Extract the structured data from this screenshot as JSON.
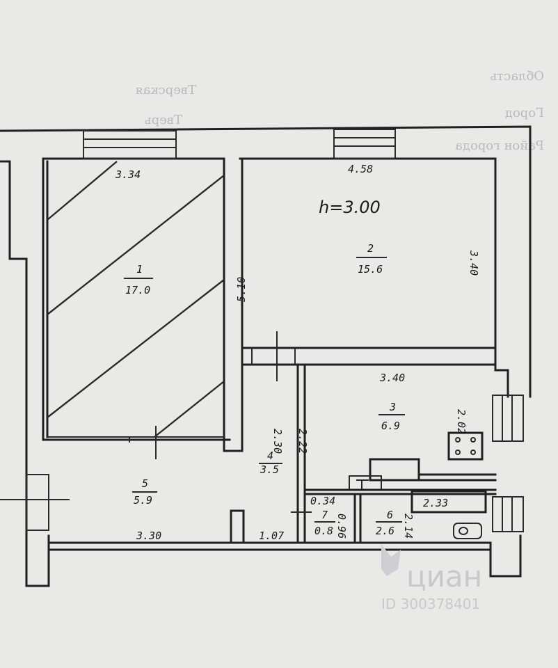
{
  "plan": {
    "ceiling_height": "h=3.00",
    "rooms": [
      {
        "id": "1",
        "number": "1",
        "area": "17.0"
      },
      {
        "id": "2",
        "number": "2",
        "area": "15.6"
      },
      {
        "id": "3",
        "number": "3",
        "area": "6.9"
      },
      {
        "id": "4",
        "number": "4",
        "area": "3.5"
      },
      {
        "id": "5",
        "number": "5",
        "area": "5.9"
      },
      {
        "id": "6",
        "number": "6",
        "area": "2.6"
      },
      {
        "id": "7",
        "number": "7",
        "area": "0.8"
      }
    ],
    "dimensions": {
      "room1_width": "3.34",
      "room1_length": "5.10",
      "room2_width": "4.58",
      "room2_depth": "3.40",
      "room3_width": "3.40",
      "room3_depth": "2.02",
      "room3_side": "2.22",
      "room4_side": "2.30",
      "hall_length": "3.30",
      "hall_right": "1.07",
      "wc_width": "0.34",
      "wc_side": "0.96",
      "bath_side": "2.14",
      "bath_length": "2.33"
    },
    "faded_text": [
      "Область",
      "Тверская",
      "Город",
      "Тверь",
      "Район города"
    ]
  },
  "watermark": {
    "brand": "циан",
    "id_text": "ID 300378401"
  }
}
